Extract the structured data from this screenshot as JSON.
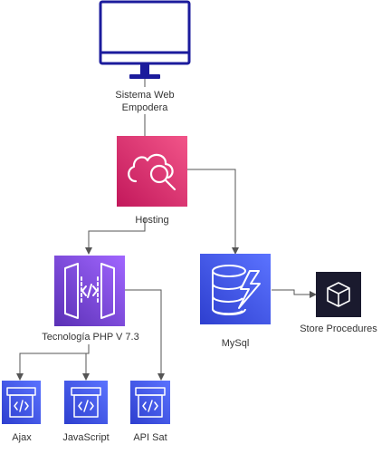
{
  "colors": {
    "monitor": "#1b1b9c",
    "hosting_top": "#f25589",
    "hosting_bottom": "#c2185b",
    "php_top": "#a166ff",
    "php_bottom": "#5a30b5",
    "blue_top": "#5b73ff",
    "blue_bottom": "#2e3fcf",
    "dark": "#1a1a2e",
    "edge": "#555555",
    "label": "#333333"
  },
  "nodes": {
    "web": {
      "label_line1": "Sistema Web",
      "label_line2": "Empodera",
      "icon": "monitor-icon"
    },
    "hosting": {
      "label": "Hosting",
      "icon": "cloud-search-icon"
    },
    "php": {
      "label": "Tecnología PHP V 7.3",
      "icon": "api-gateway-icon"
    },
    "mysql": {
      "label": "MySql",
      "icon": "database-bolt-icon"
    },
    "sp": {
      "label": "Store Procedures",
      "icon": "cube-icon"
    },
    "ajax": {
      "label": "Ajax",
      "icon": "code-window-icon"
    },
    "js": {
      "label": "JavaScript",
      "icon": "code-window-icon"
    },
    "api": {
      "label": "API Sat",
      "icon": "code-window-icon"
    }
  }
}
